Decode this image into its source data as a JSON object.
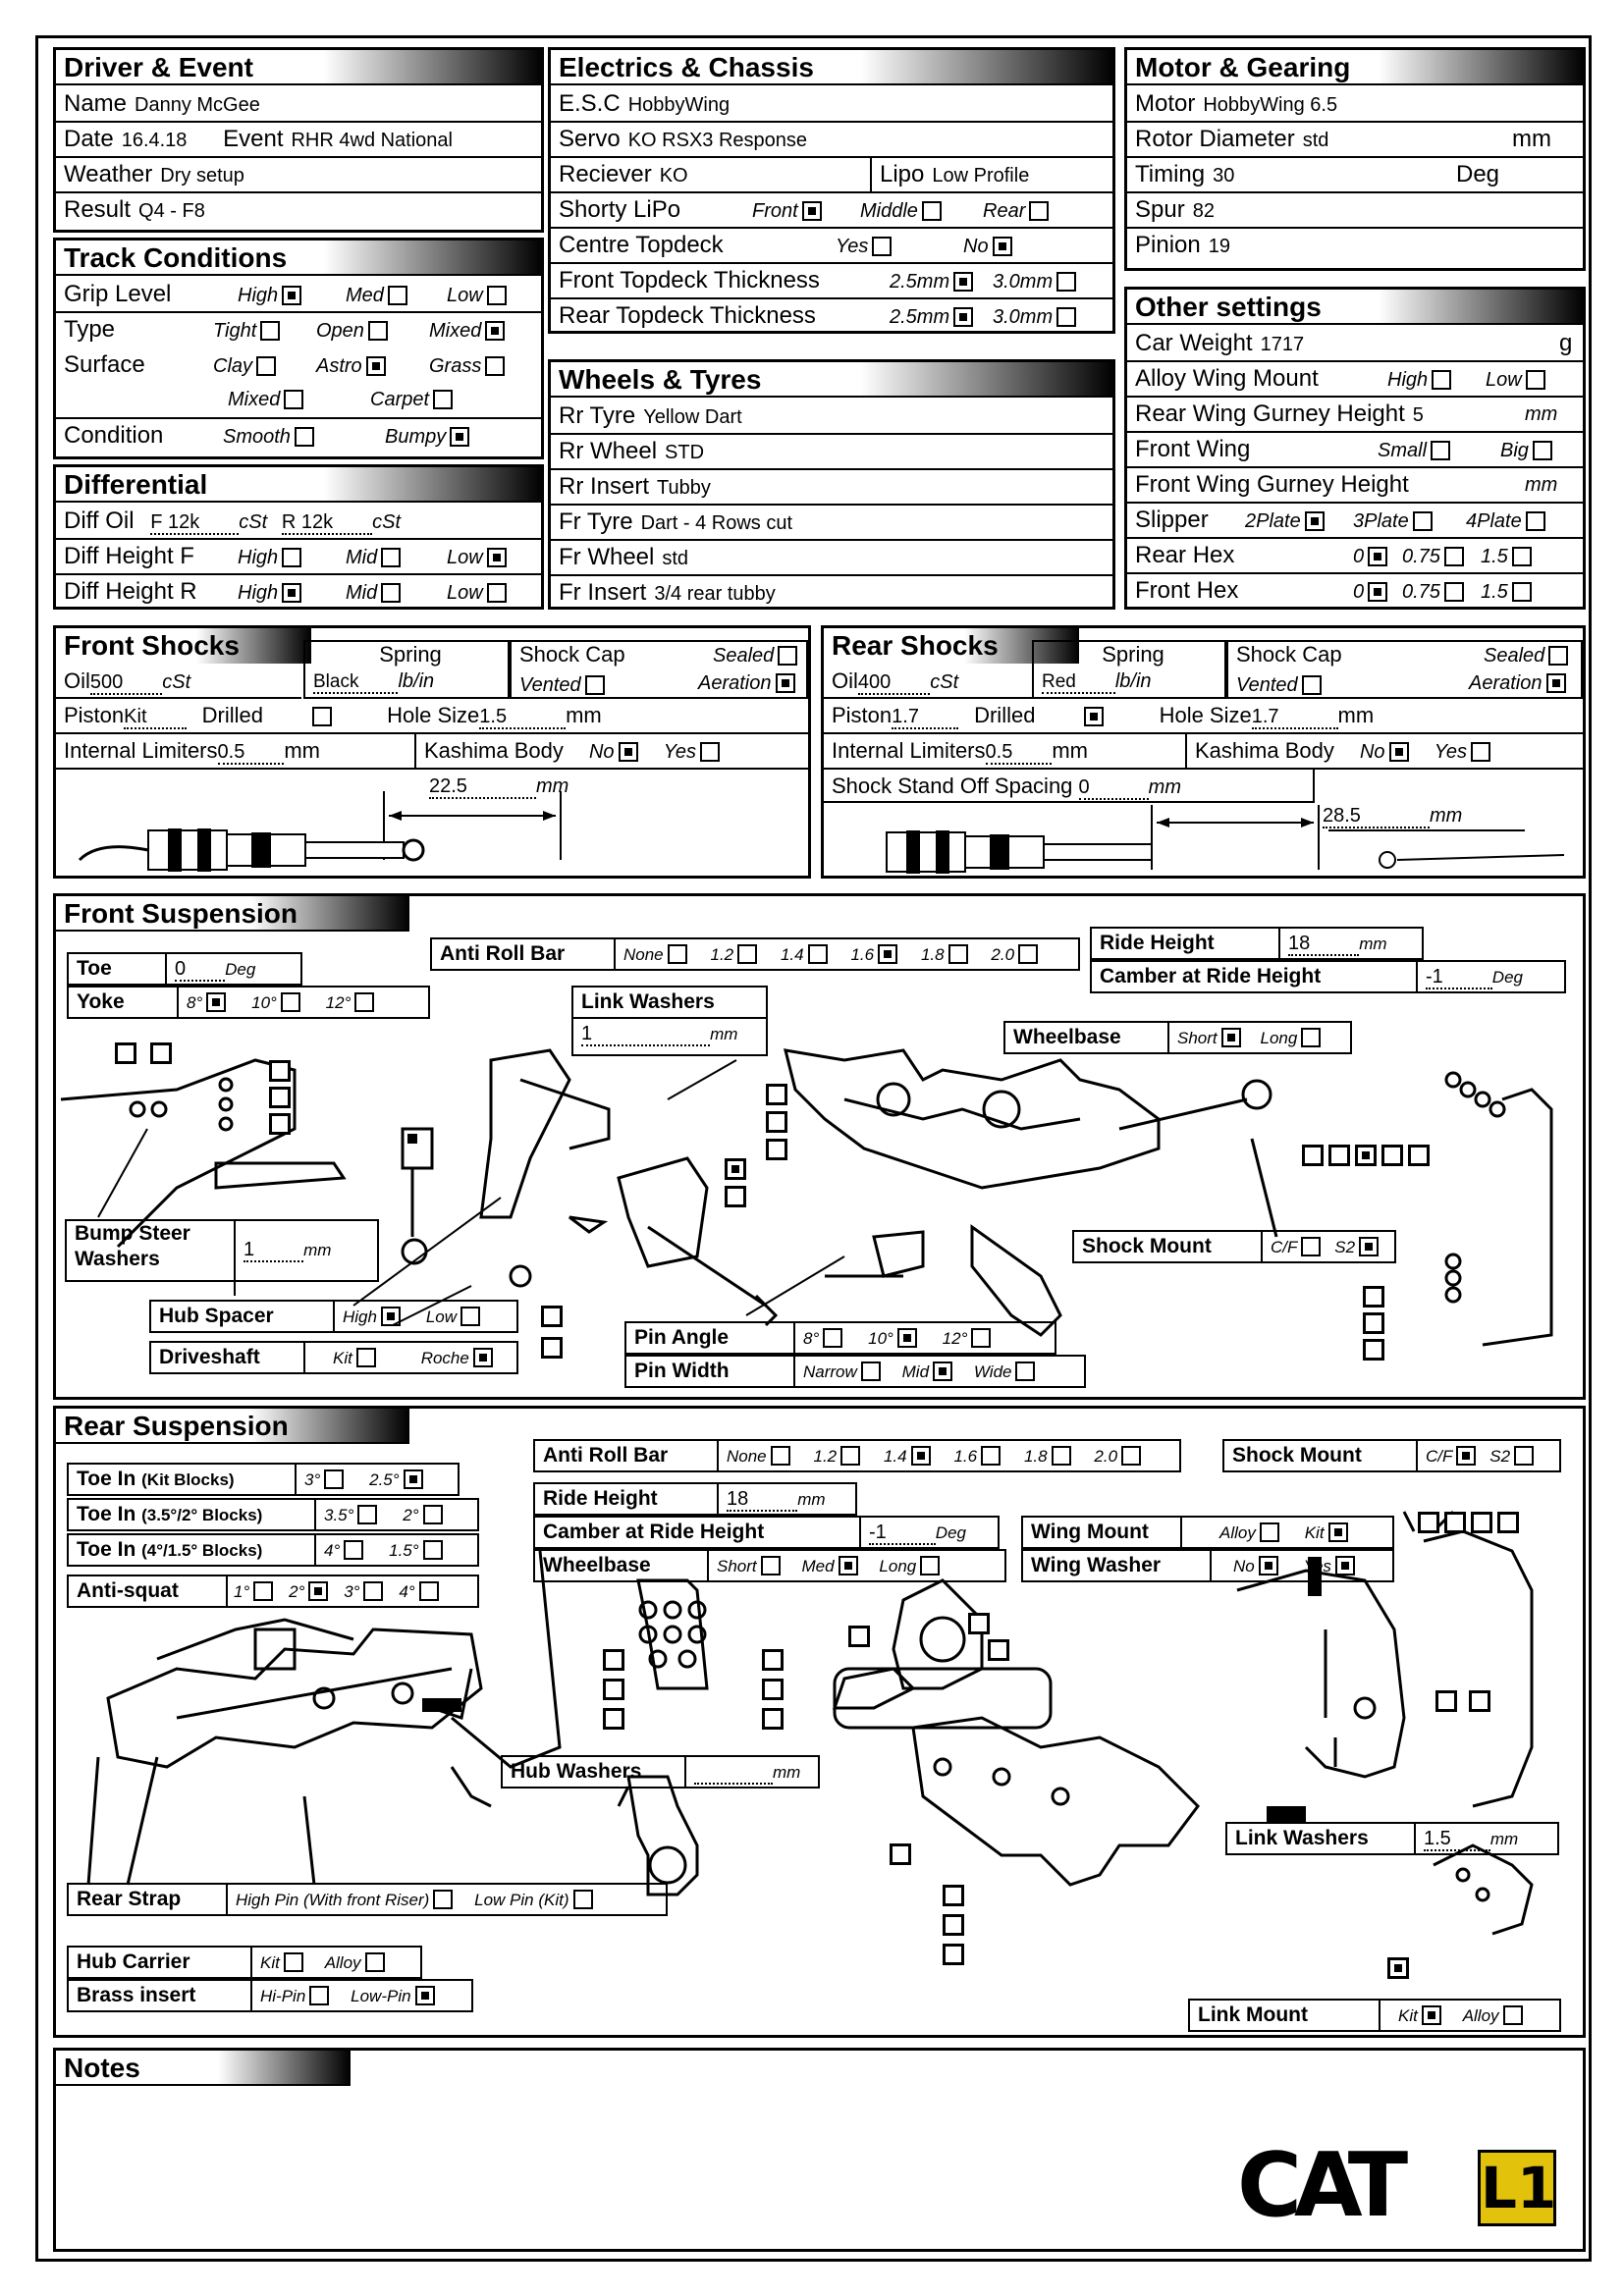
{
  "driver": {
    "title": "Driver & Event",
    "name_label": "Name",
    "name": "Danny McGee",
    "date_label": "Date",
    "date": "16.4.18",
    "event_label": "Event",
    "event": "RHR 4wd National",
    "weather_label": "Weather",
    "weather": "Dry setup",
    "result_label": "Result",
    "result": "Q4 - F8"
  },
  "track": {
    "title": "Track Conditions",
    "grip_label": "Grip Level",
    "high": "High",
    "med": "Med",
    "low": "Low",
    "type_label": "Type",
    "tight": "Tight",
    "open": "Open",
    "mixed": "Mixed",
    "surface_label": "Surface",
    "clay": "Clay",
    "astro": "Astro",
    "grass": "Grass",
    "mixed2": "Mixed",
    "carpet": "Carpet",
    "condition_label": "Condition",
    "smooth": "Smooth",
    "bumpy": "Bumpy"
  },
  "diff": {
    "title": "Differential",
    "oil_label": "Diff Oil",
    "oil_f": "F 12k",
    "cst": "cSt",
    "oil_r": "R 12k",
    "height_f_label": "Diff Height F",
    "height_r_label": "Diff Height R",
    "high": "High",
    "mid": "Mid",
    "low": "Low"
  },
  "electrics": {
    "title": "Electrics & Chassis",
    "esc_label": "E.S.C",
    "esc": "HobbyWing",
    "servo_label": "Servo",
    "servo": "KO RSX3 Response",
    "receiver_label": "Reciever",
    "receiver": "KO",
    "lipo_label": "Lipo",
    "lipo": "Low Profile",
    "shorty_label": "Shorty LiPo",
    "front": "Front",
    "middle": "Middle",
    "rear": "Rear",
    "topdeck_label": "Centre Topdeck",
    "yes": "Yes",
    "no": "No",
    "front_topdeck_label": "Front Topdeck Thickness",
    "rear_topdeck_label": "Rear Topdeck Thickness",
    "t25": "2.5mm",
    "t30": "3.0mm"
  },
  "wheels": {
    "title": "Wheels & Tyres",
    "rr_tyre_label": "Rr Tyre",
    "rr_tyre": "Yellow Dart",
    "rr_wheel_label": "Rr Wheel",
    "rr_wheel": "STD",
    "rr_insert_label": "Rr Insert",
    "rr_insert": "Tubby",
    "fr_tyre_label": "Fr Tyre",
    "fr_tyre": "Dart - 4 Rows cut",
    "fr_wheel_label": "Fr Wheel",
    "fr_wheel": "std",
    "fr_insert_label": "Fr Insert",
    "fr_insert": "3/4 rear tubby"
  },
  "motor": {
    "title": "Motor & Gearing",
    "motor_label": "Motor",
    "motor": "HobbyWing 6.5",
    "rotor_label": "Rotor Diameter",
    "rotor": "std",
    "mm": "mm",
    "timing_label": "Timing",
    "timing": "30",
    "deg": "Deg",
    "spur_label": "Spur",
    "spur": "82",
    "pinion_label": "Pinion",
    "pinion": "19"
  },
  "other": {
    "title": "Other settings",
    "weight_label": "Car Weight",
    "weight": "1717",
    "g": "g",
    "alloy_wing_label": "Alloy Wing Mount",
    "high": "High",
    "low": "Low",
    "gurney_label": "Rear Wing Gurney Height",
    "gurney": "5",
    "mm": "mm",
    "front_wing_label": "Front Wing",
    "small": "Small",
    "big": "Big",
    "front_gurney_label": "Front Wing Gurney Height",
    "slipper_label": "Slipper",
    "p2": "2Plate",
    "p3": "3Plate",
    "p4": "4Plate",
    "rear_hex_label": "Rear Hex",
    "front_hex_label": "Front Hex",
    "h0": "0",
    "h075": "0.75",
    "h15": "1.5"
  },
  "front_shocks": {
    "title": "Front Shocks",
    "spring_label": "Spring",
    "shock_cap_label": "Shock Cap",
    "sealed": "Sealed",
    "vented": "Vented",
    "aeration": "Aeration",
    "oil_label": "Oil",
    "oil": "500",
    "cst": "cSt",
    "spring": "Black",
    "lbin": "lb/in",
    "piston_label": "Piston",
    "piston": "Kit",
    "drilled": "Drilled",
    "hole_label": "Hole Size",
    "hole": "1.5",
    "mm": "mm",
    "limiters_label": "Internal Limiters",
    "limiters": "0.5",
    "kashima_label": "Kashima Body",
    "no": "No",
    "yes": "Yes",
    "length": "22.5"
  },
  "rear_shocks": {
    "title": "Rear Shocks",
    "spring_label": "Spring",
    "shock_cap_label": "Shock Cap",
    "sealed": "Sealed",
    "vented": "Vented",
    "aeration": "Aeration",
    "oil_label": "Oil",
    "oil": "400",
    "cst": "cSt",
    "spring": "Red",
    "lbin": "lb/in",
    "piston_label": "Piston",
    "piston": "1.7",
    "drilled": "Drilled",
    "hole_label": "Hole Size",
    "hole": "1.7",
    "mm": "mm",
    "limiters_label": "Internal Limiters",
    "limiters": "0.5",
    "kashima_label": "Kashima Body",
    "no": "No",
    "yes": "Yes",
    "standoff_label": "Shock Stand Off Spacing",
    "standoff": "0",
    "length": "28.5"
  },
  "front_susp": {
    "title": "Front Suspension",
    "toe_label": "Toe",
    "toe": "0",
    "deg": "Deg",
    "yoke_label": "Yoke",
    "y8": "8°",
    "y10": "10°",
    "y12": "12°",
    "arb_label": "Anti Roll Bar",
    "none": "None",
    "a12": "1.2",
    "a14": "1.4",
    "a16": "1.6",
    "a18": "1.8",
    "a20": "2.0",
    "ride_label": "Ride Height",
    "ride": "18",
    "mm": "mm",
    "camber_label": "Camber at Ride Height",
    "camber": "-1",
    "link_washers_label": "Link Washers",
    "link_washers": "1",
    "wheelbase_label": "Wheelbase",
    "short": "Short",
    "long": "Long",
    "bump_label": "Bump Steer Washers",
    "bump": "1",
    "shock_mount_label": "Shock Mount",
    "cf": "C/F",
    "s2": "S2",
    "hub_spacer_label": "Hub Spacer",
    "high": "High",
    "low": "Low",
    "driveshaft_label": "Driveshaft",
    "kit": "Kit",
    "roche": "Roche",
    "pin_angle_label": "Pin Angle",
    "pa8": "8°",
    "pa10": "10°",
    "pa12": "12°",
    "pin_width_label": "Pin Width",
    "narrow": "Narrow",
    "mid": "Mid",
    "wide": "Wide"
  },
  "rear_susp": {
    "title": "Rear Suspension",
    "toe_kit_label": "Toe In",
    "toe_kit_sub": "(Kit Blocks)",
    "tk3": "3°",
    "tk25": "2.5°",
    "toe_35_sub": "(3.5°/2° Blocks)",
    "t35": "3.5°",
    "t2": "2°",
    "toe_4_sub": "(4°/1.5° Blocks)",
    "t4": "4°",
    "t15": "1.5°",
    "antisquat_label": "Anti-squat",
    "as1": "1°",
    "as2": "2°",
    "as3": "3°",
    "as4": "4°",
    "arb_label": "Anti Roll Bar",
    "none": "None",
    "a12": "1.2",
    "a14": "1.4",
    "a16": "1.6",
    "a18": "1.8",
    "a20": "2.0",
    "shock_mount_label": "Shock Mount",
    "cf": "C/F",
    "s2": "S2",
    "ride_label": "Ride Height",
    "ride": "18",
    "mm": "mm",
    "camber_label": "Camber at Ride Height",
    "camber": "-1",
    "deg": "Deg",
    "wheelbase_label": "Wheelbase",
    "short": "Short",
    "med": "Med",
    "long": "Long",
    "wing_mount_label": "Wing Mount",
    "alloy": "Alloy",
    "kit": "Kit",
    "wing_washer_label": "Wing Washer",
    "no": "No",
    "yes": "Yes",
    "hub_washers_label": "Hub Washers",
    "link_washers_label": "Link Washers",
    "link_washers": "1.5",
    "rear_strap_label": "Rear Strap",
    "high_pin": "High Pin (With front Riser)",
    "low_pin": "Low Pin (Kit)",
    "hub_carrier_label": "Hub Carrier",
    "brass_label": "Brass insert",
    "hi_pin": "Hi-Pin",
    "low_pin2": "Low-Pin",
    "link_mount_label": "Link Mount"
  },
  "notes": {
    "title": "Notes"
  },
  "logo": {
    "text": "CAT",
    "mark": "L1"
  }
}
